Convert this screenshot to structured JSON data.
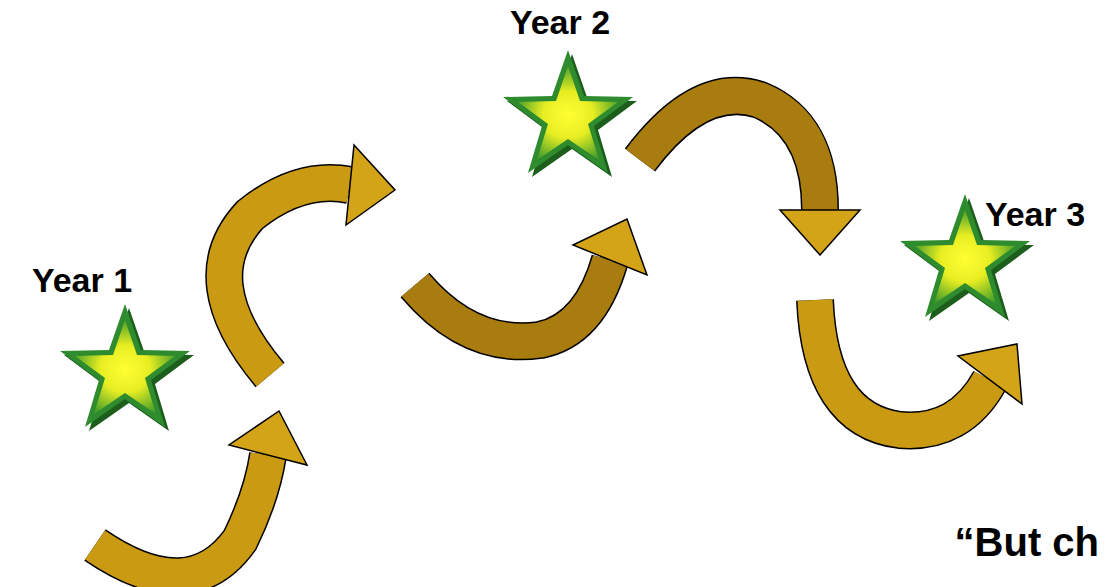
{
  "diagram": {
    "labels": [
      "Year 1",
      "Year 2",
      "Year 3",
      "“But ch"
    ]
  }
}
